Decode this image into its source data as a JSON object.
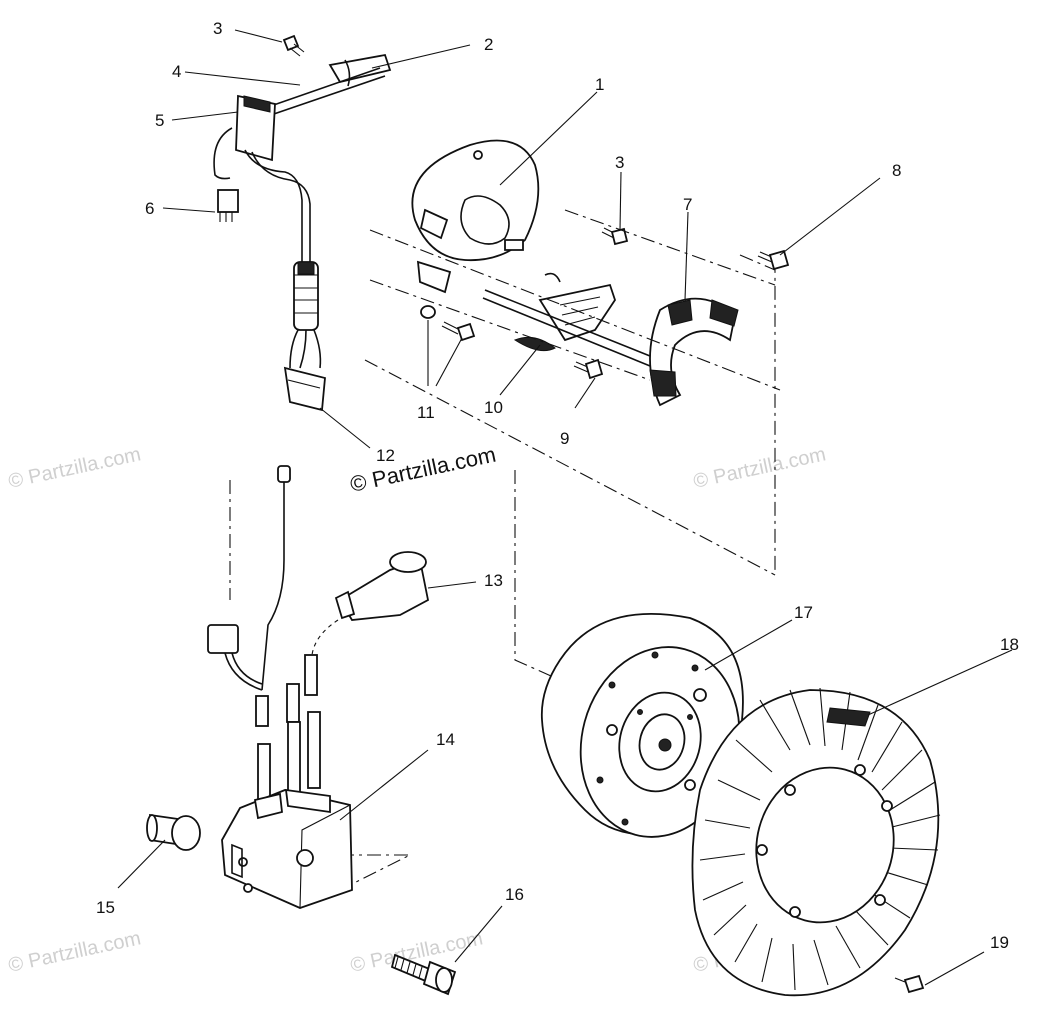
{
  "watermark_center": "© Partzilla.com",
  "watermarks": [
    "© Partzilla.com",
    "© Partzilla.com",
    "© Partzilla.com",
    "© Partzilla.com",
    "© Partzilla.com"
  ],
  "callouts": [
    "1",
    "2",
    "3",
    "3",
    "4",
    "5",
    "6",
    "7",
    "8",
    "9",
    "10",
    "11",
    "12",
    "13",
    "14",
    "15",
    "16",
    "17",
    "18",
    "19"
  ],
  "colors": {
    "line": "#111111",
    "watermark": "#cfcfcf",
    "background": "#ffffff"
  }
}
